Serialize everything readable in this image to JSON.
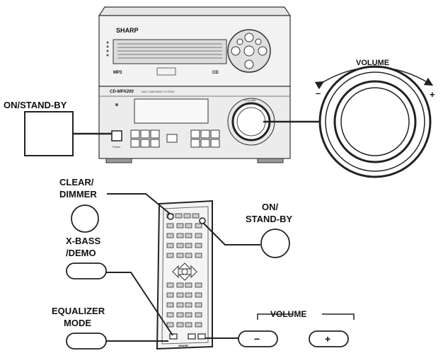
{
  "unit": {
    "brand": "SHARP",
    "model": "CD-MPX200",
    "subtitle": "MINI COMPONENT SYSTEM",
    "mp3": "MP3",
    "cd": "CD",
    "power_label": "Power",
    "volume_small": "VOLUME"
  },
  "callouts": {
    "on_standby_unit": "ON/STAND-BY",
    "volume": "VOLUME",
    "minus": "–",
    "plus": "+",
    "clear_line1": "CLEAR/",
    "clear_line2": "DIMMER",
    "xbass_line1": "X-BASS",
    "xbass_line2": "/DEMO",
    "equalizer_line1": "EQUALIZER",
    "equalizer_line2": "MODE",
    "on_standby_remote_line1": "ON/",
    "on_standby_remote_line2": "STAND-BY",
    "volume_remote": "VOLUME",
    "minus_button": "−",
    "plus_button": "+"
  },
  "remote": {
    "brand": "SHARP"
  }
}
